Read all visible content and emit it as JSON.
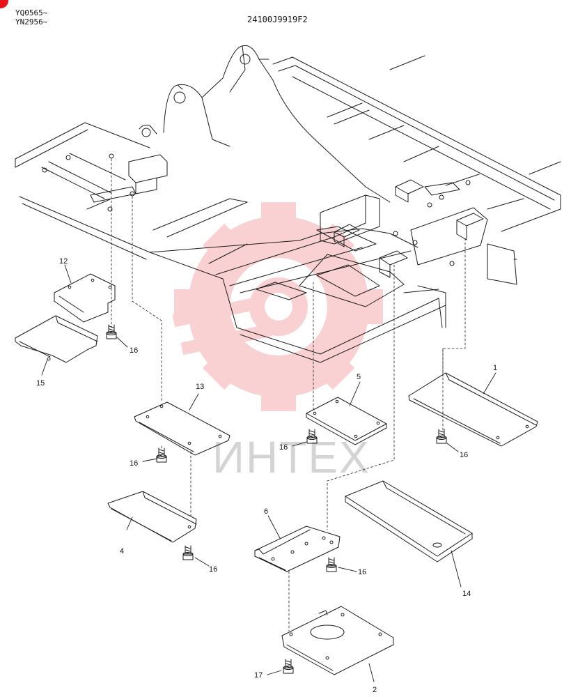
{
  "header": {
    "serial_line_1": "YQ0565~",
    "serial_line_2": "YN2956~",
    "drawing_number": "24100J9919F2"
  },
  "watermark": {
    "text": "ИНТЕХ",
    "color": "#f0898c"
  },
  "callouts": {
    "c1": "1",
    "c2": "2",
    "c4": "4",
    "c5": "5",
    "c6": "6",
    "c12": "12",
    "c13": "13",
    "c14": "14",
    "c15": "15",
    "c16a": "16",
    "c16b": "16",
    "c16c": "16",
    "c16d": "16",
    "c16e": "16",
    "c16f": "16",
    "c17": "17"
  }
}
